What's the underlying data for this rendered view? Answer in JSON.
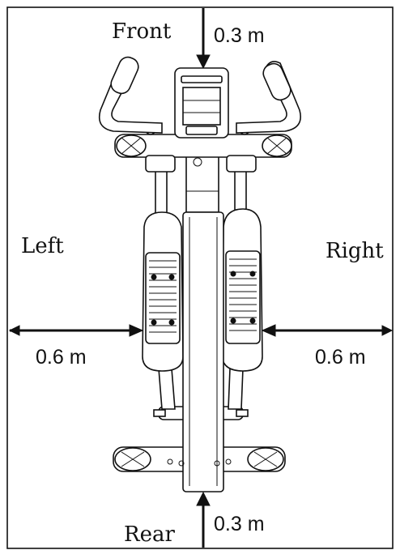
{
  "labels": {
    "front": "Front",
    "rear": "Rear",
    "left": "Left",
    "right": "Right"
  },
  "distances": {
    "front": "0.3 m",
    "rear": "0.3 m",
    "left": "0.6 m",
    "right": "0.6 m"
  },
  "colors": {
    "line": "#111111",
    "background": "#ffffff"
  }
}
